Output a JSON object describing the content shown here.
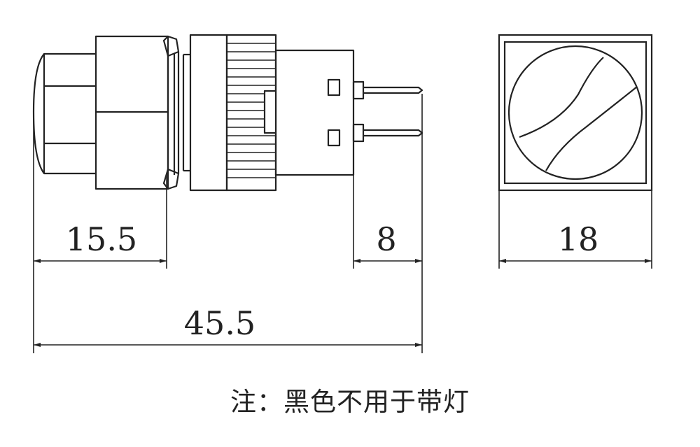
{
  "colors": {
    "line": "#222222",
    "background": "#ffffff"
  },
  "dimensions": {
    "bezel_length": "15.5",
    "pin_length": "8",
    "total_length": "45.5",
    "width": "18"
  },
  "note": "注：黑色不用于带灯"
}
